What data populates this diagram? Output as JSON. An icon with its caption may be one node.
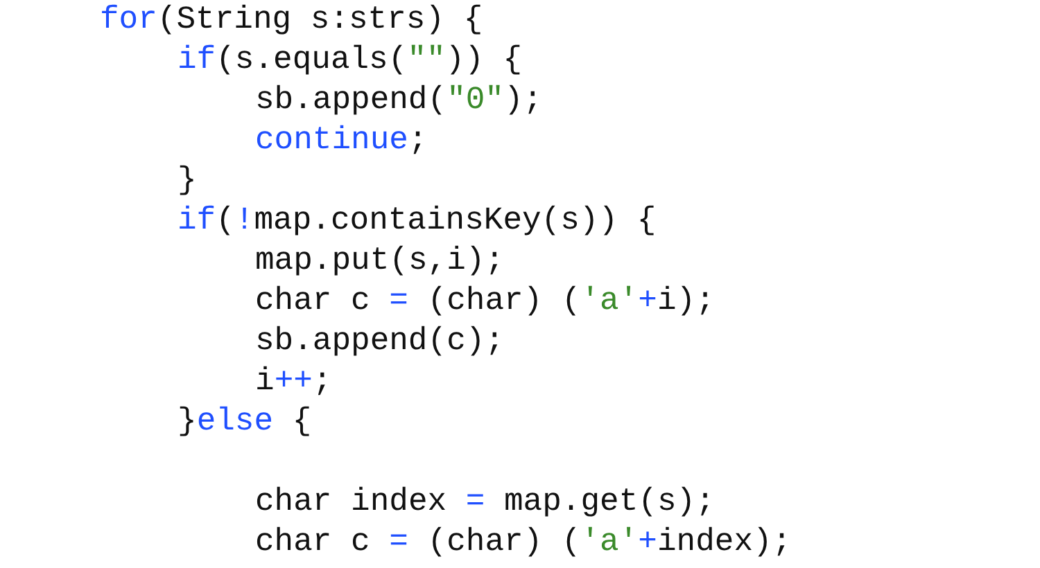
{
  "diagram": {
    "labels": [
      "for(String s:strs) {",
      "if(s.equals(\"\")) {",
      "sb.append(\"0\");",
      "continue;",
      "}",
      "if(!map.containsKey(s)) {",
      "map.put(s,i);",
      "char c = (char) ('a'+i);",
      "sb.append(c);",
      "i++;",
      "}else {",
      "char index = map.get(s);",
      "char c = (char) ('a'+index);"
    ]
  }
}
